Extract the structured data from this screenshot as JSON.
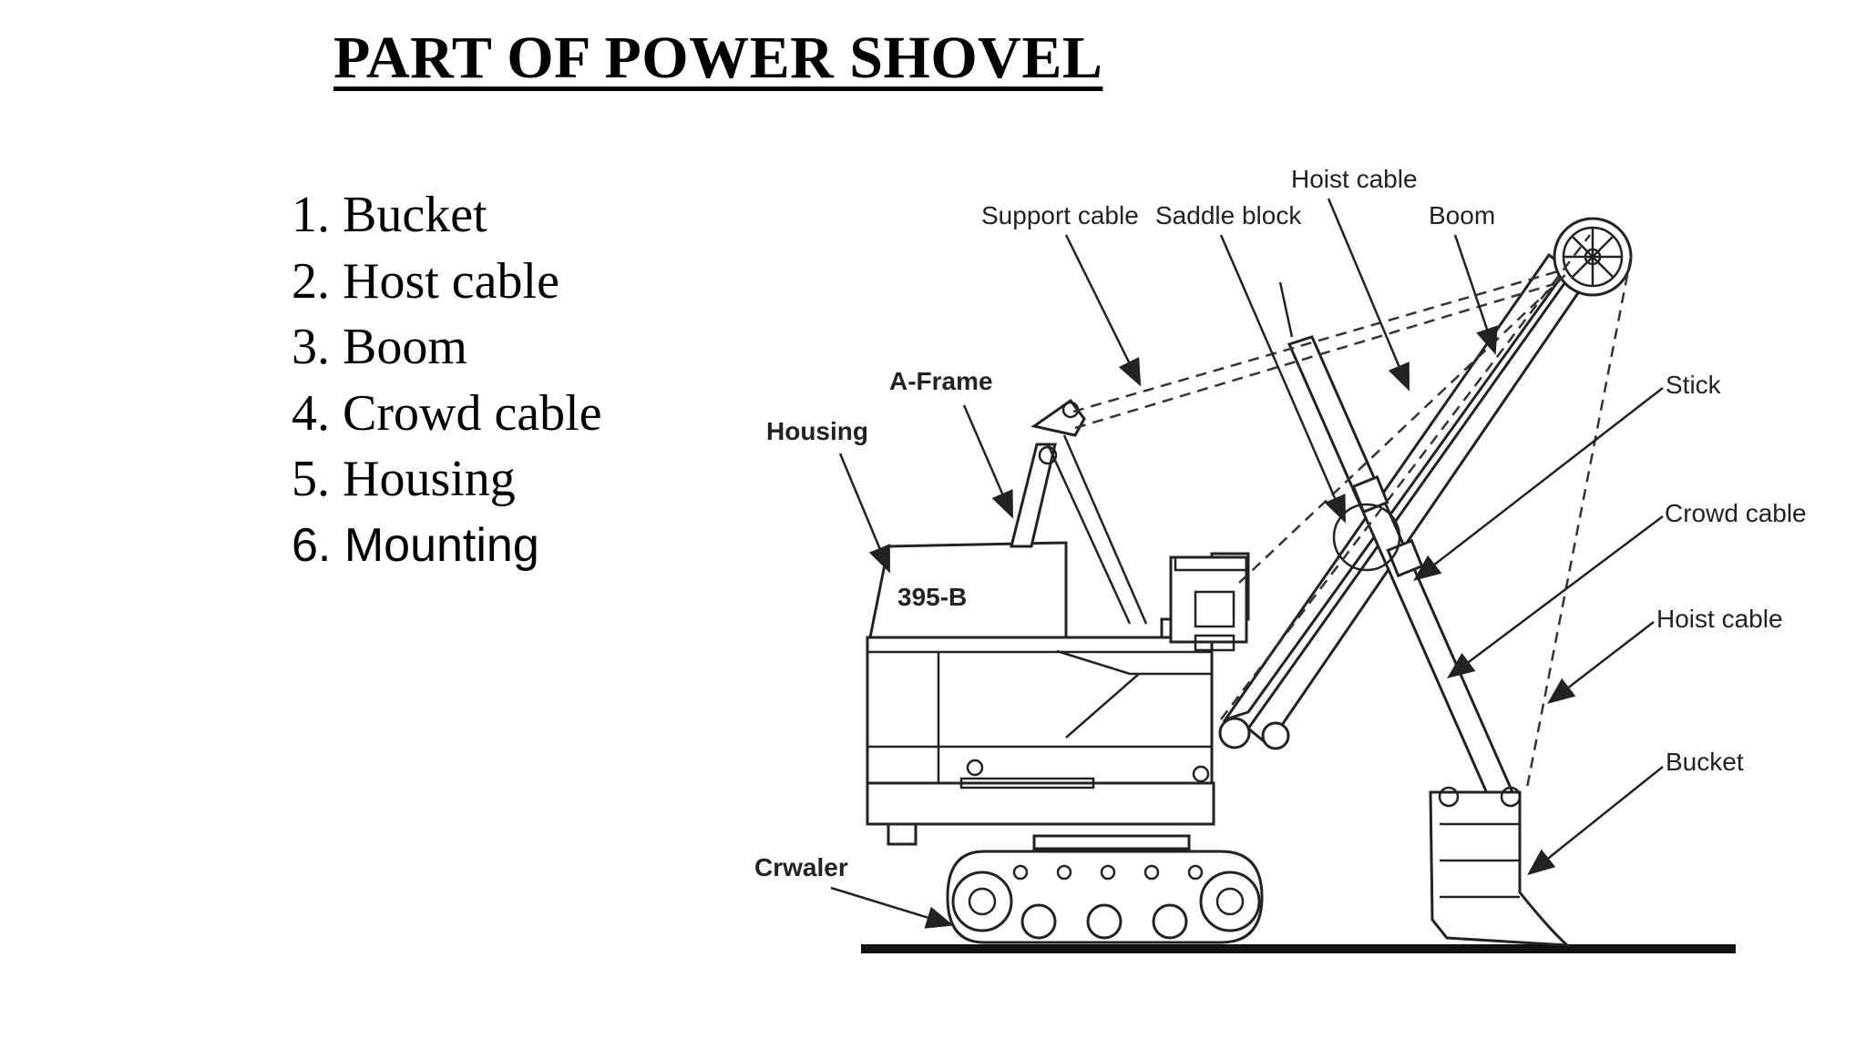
{
  "title": "PART OF POWER SHOVEL",
  "parts_list": [
    {
      "number": "1.",
      "label": "Bucket"
    },
    {
      "number": "2.",
      "label": "Host cable"
    },
    {
      "number": "3.",
      "label": "Boom"
    },
    {
      "number": "4.",
      "label": "Crowd cable"
    },
    {
      "number": "5.",
      "label": "Housing"
    },
    {
      "number": "6.",
      "label": "Mounting"
    }
  ],
  "diagram": {
    "model_marking": "395-B",
    "labels": {
      "support_cable": "Support cable",
      "saddle_block": "Saddle block",
      "hoist_cable_top": "Hoist cable",
      "boom": "Boom",
      "a_frame": "A-Frame",
      "housing": "Housing",
      "stick": "Stick",
      "crowd_cable": "Crowd cable",
      "hoist_cable_right": "Hoist cable",
      "bucket": "Bucket",
      "crawler": "Crwaler"
    }
  }
}
